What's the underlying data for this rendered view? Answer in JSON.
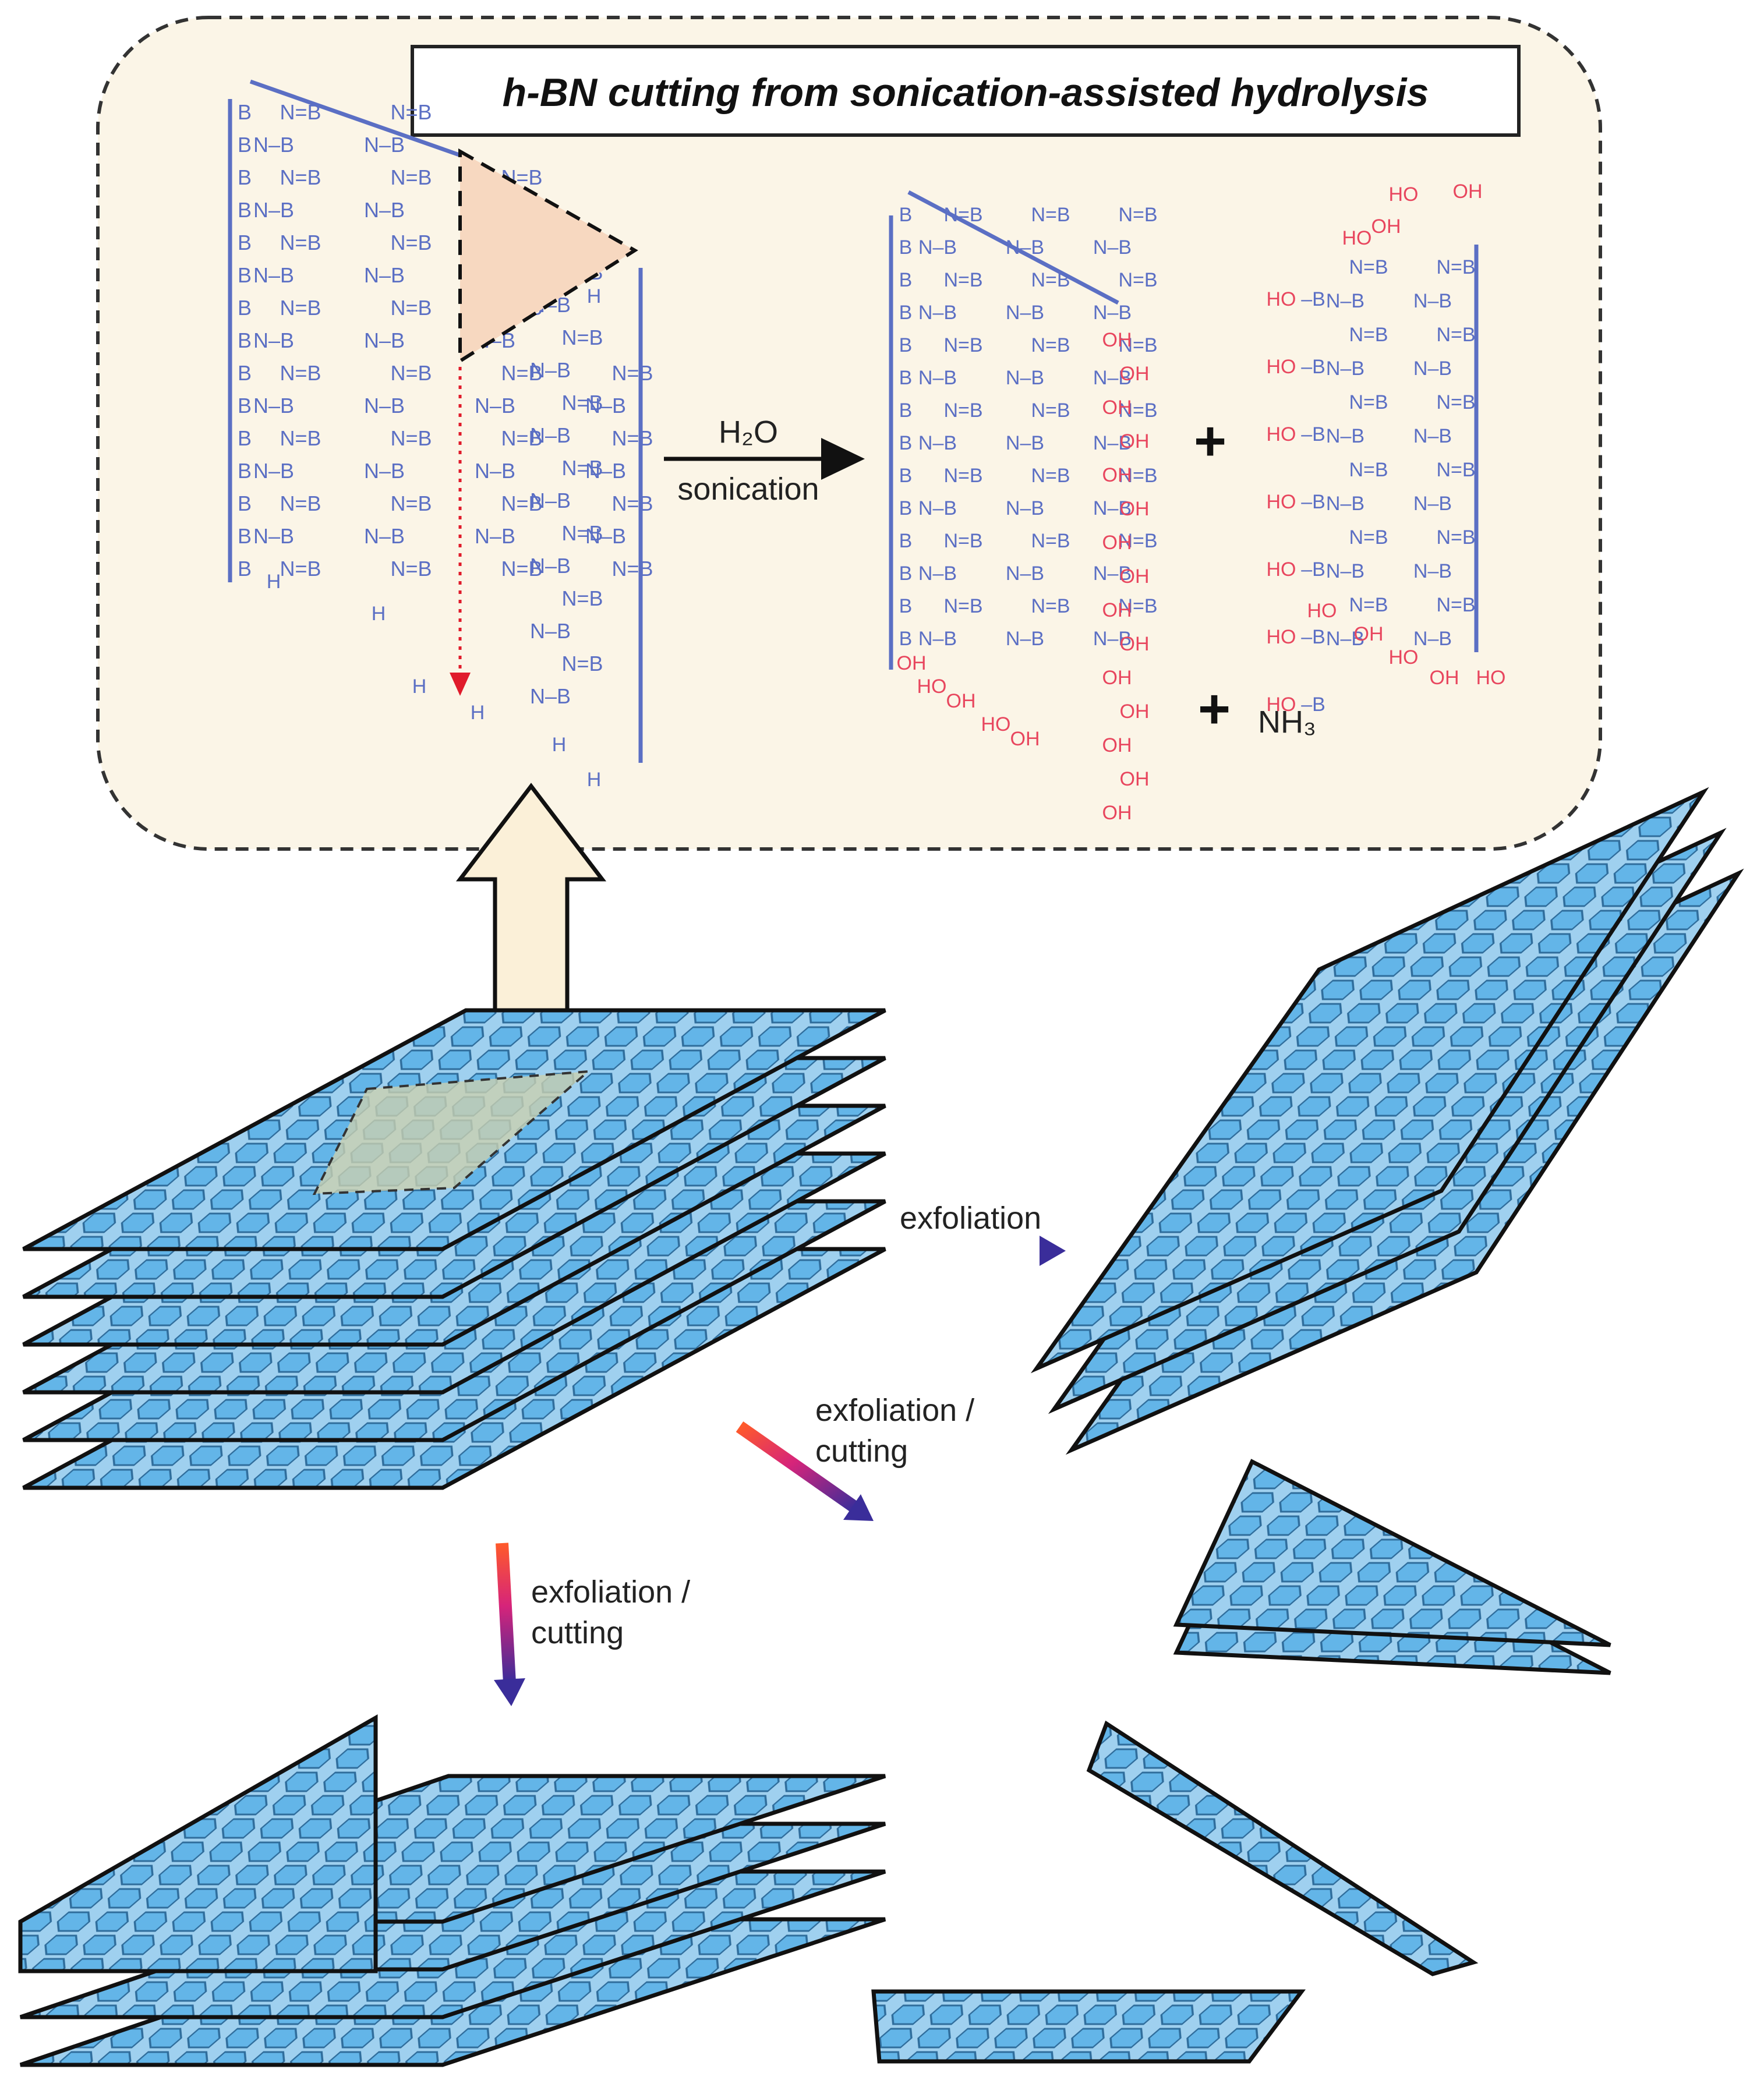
{
  "title": "h-BN cutting from sonication-assisted hydrolysis",
  "reaction": {
    "reagent": "H₂O",
    "condition": "sonication",
    "plus": "+",
    "byproduct": "NH₃"
  },
  "arrows": {
    "exfoliation": "exfoliation",
    "exfoliation_cutting_line1": "exfoliation /",
    "exfoliation_cutting_line2": "cutting"
  },
  "atoms": {
    "n": "N",
    "b": "B",
    "h": "H",
    "oh": "OH",
    "ho": "HO",
    "nb": "N–B",
    "n_eq_b": "N=B"
  },
  "colors": {
    "panel_bg": "#fbf5e7",
    "lattice_blue": "#5b6fc4",
    "hydroxyl_red": "#e8465e",
    "hex_fill": "#63b5e8",
    "hex_stroke": "#2f6d9c",
    "cut_fill": "#f7d8c0",
    "up_arrow_fill": "#fbf0d8"
  }
}
